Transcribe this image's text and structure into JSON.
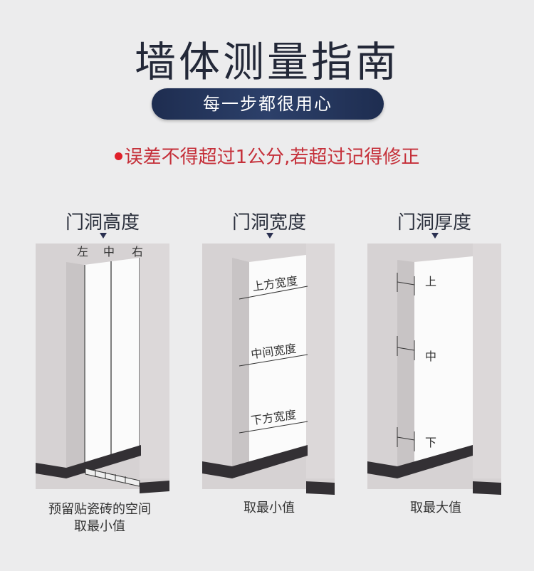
{
  "header": {
    "title": "墙体测量指南",
    "subtitle_pill": "每一步都很用心",
    "note": "误差不得超过1公分,若超过记得修正"
  },
  "colors": {
    "background": "#ececed",
    "pill": "#1e2d50",
    "note_text": "#c5303a",
    "note_dot": "#e0202a",
    "baseboard": "#333034"
  },
  "panels": [
    {
      "title": "门洞高度",
      "positions": [
        "左",
        "中",
        "右"
      ],
      "caption_lines": [
        "预留贴瓷砖的空间",
        "取最小值"
      ]
    },
    {
      "title": "门洞宽度",
      "measure_labels": [
        "上方宽度",
        "中间宽度",
        "下方宽度"
      ],
      "caption_lines": [
        "取最小值"
      ]
    },
    {
      "title": "门洞厚度",
      "measure_labels": [
        "上",
        "中",
        "下"
      ],
      "caption_lines": [
        "取最大值"
      ]
    }
  ]
}
